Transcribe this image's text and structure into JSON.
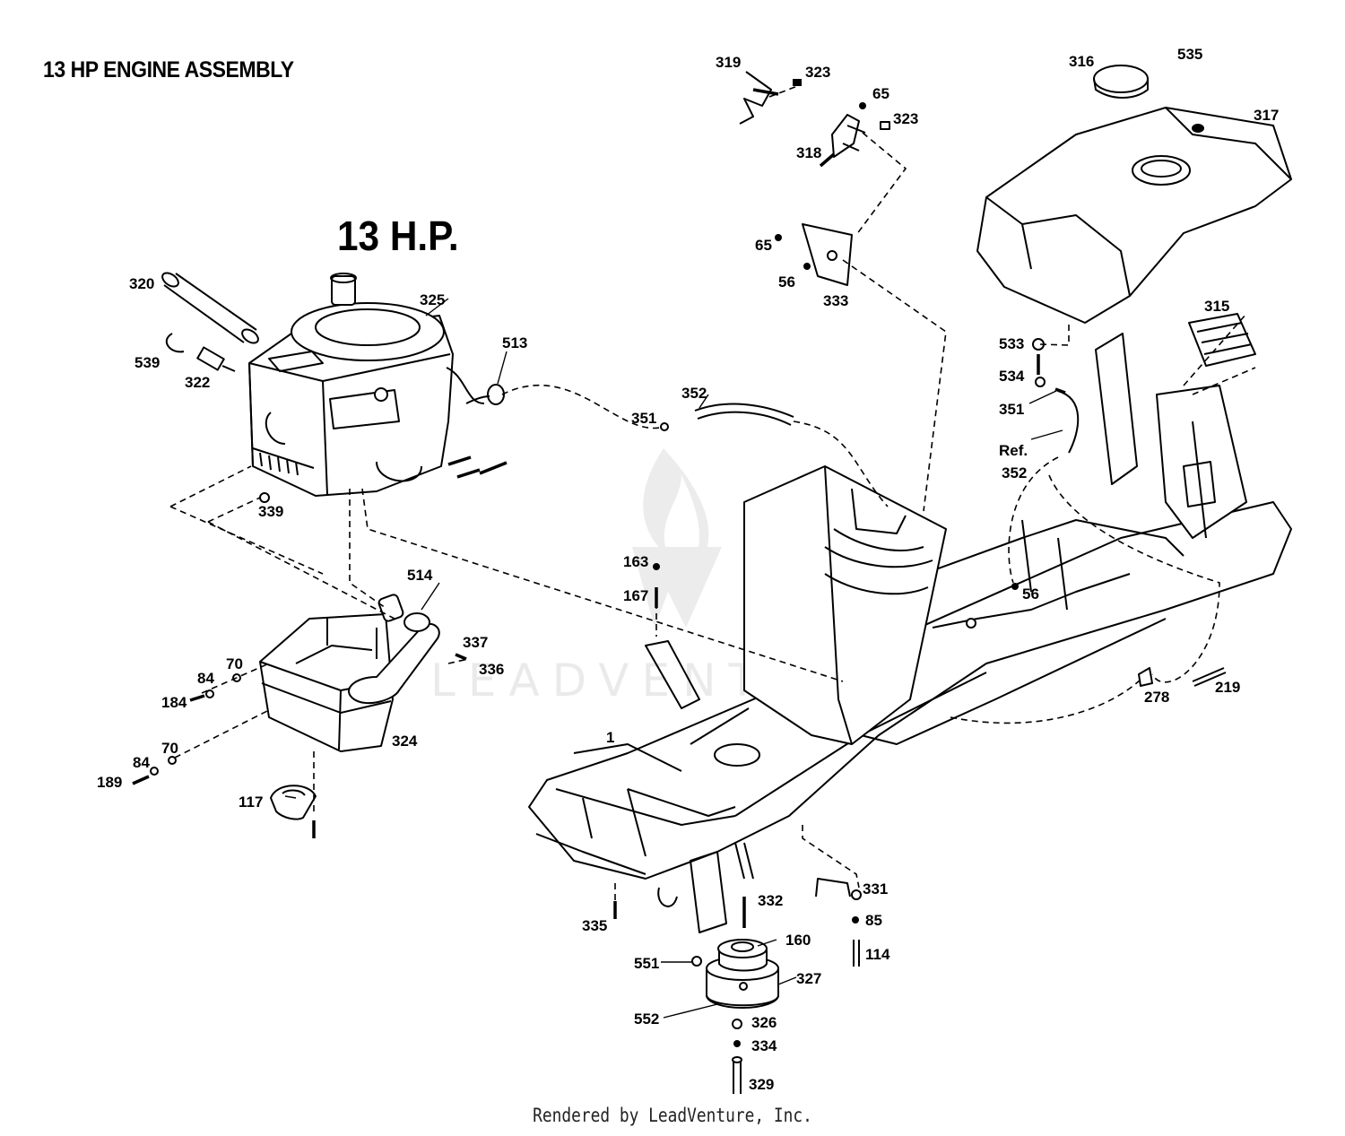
{
  "diagram": {
    "title": "13 HP ENGINE ASSEMBLY",
    "engine_label": "13 H.P.",
    "watermark": "LEADVENTURE",
    "footer": "Rendered by LeadVenture, Inc.",
    "callouts": [
      {
        "id": "c319",
        "text": "319"
      },
      {
        "id": "c323a",
        "text": "323"
      },
      {
        "id": "c65a",
        "text": "65"
      },
      {
        "id": "c323b",
        "text": "323"
      },
      {
        "id": "c318",
        "text": "318"
      },
      {
        "id": "c316",
        "text": "316"
      },
      {
        "id": "c535",
        "text": "535"
      },
      {
        "id": "c317",
        "text": "317"
      },
      {
        "id": "c65b",
        "text": "65"
      },
      {
        "id": "c56a",
        "text": "56"
      },
      {
        "id": "c333",
        "text": "333"
      },
      {
        "id": "c320",
        "text": "320"
      },
      {
        "id": "c325",
        "text": "325"
      },
      {
        "id": "c539",
        "text": "539"
      },
      {
        "id": "c322",
        "text": "322"
      },
      {
        "id": "c513",
        "text": "513"
      },
      {
        "id": "c352",
        "text": "352"
      },
      {
        "id": "c351a",
        "text": "351"
      },
      {
        "id": "c315",
        "text": "315"
      },
      {
        "id": "c533",
        "text": "533"
      },
      {
        "id": "c534",
        "text": "534"
      },
      {
        "id": "c351b",
        "text": "351"
      },
      {
        "id": "cref",
        "text": "Ref."
      },
      {
        "id": "c352b",
        "text": "352"
      },
      {
        "id": "c339",
        "text": "339"
      },
      {
        "id": "c163",
        "text": "163"
      },
      {
        "id": "c167",
        "text": "167"
      },
      {
        "id": "c56b",
        "text": "56"
      },
      {
        "id": "c514",
        "text": "514"
      },
      {
        "id": "c337",
        "text": "337"
      },
      {
        "id": "c336",
        "text": "336"
      },
      {
        "id": "c70a",
        "text": "70"
      },
      {
        "id": "c84a",
        "text": "84"
      },
      {
        "id": "c184",
        "text": "184"
      },
      {
        "id": "c324",
        "text": "324"
      },
      {
        "id": "c70b",
        "text": "70"
      },
      {
        "id": "c84b",
        "text": "84"
      },
      {
        "id": "c189",
        "text": "189"
      },
      {
        "id": "c117",
        "text": "117"
      },
      {
        "id": "c1",
        "text": "1"
      },
      {
        "id": "c278",
        "text": "278"
      },
      {
        "id": "c219",
        "text": "219"
      },
      {
        "id": "c331",
        "text": "331"
      },
      {
        "id": "c85",
        "text": "85"
      },
      {
        "id": "c114",
        "text": "114"
      },
      {
        "id": "c332",
        "text": "332"
      },
      {
        "id": "c335",
        "text": "335"
      },
      {
        "id": "c160",
        "text": "160"
      },
      {
        "id": "c551",
        "text": "551"
      },
      {
        "id": "c327",
        "text": "327"
      },
      {
        "id": "c552",
        "text": "552"
      },
      {
        "id": "c326",
        "text": "326"
      },
      {
        "id": "c334",
        "text": "334"
      },
      {
        "id": "c329",
        "text": "329"
      }
    ]
  }
}
